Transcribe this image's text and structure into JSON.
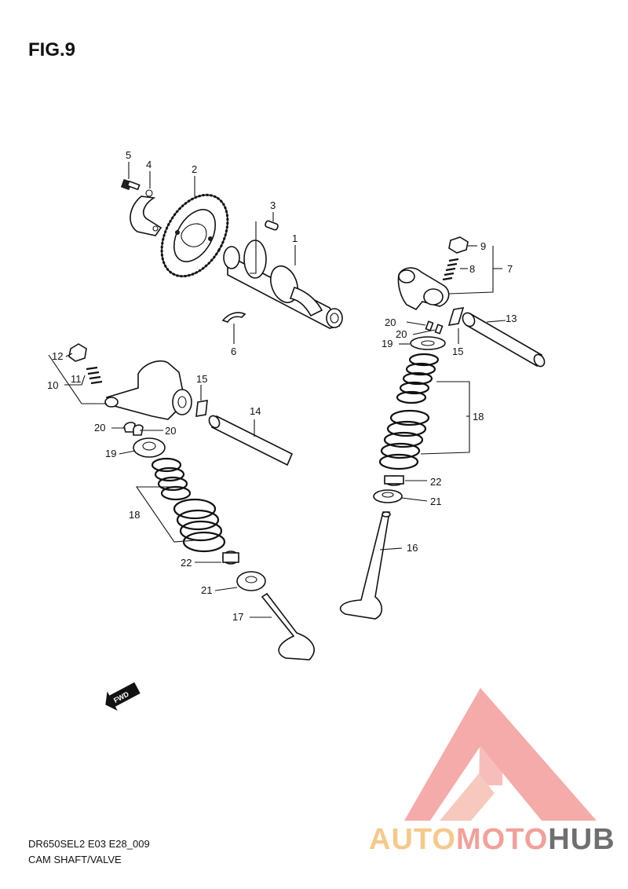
{
  "figure": {
    "title": "FIG.9"
  },
  "labels": {
    "l1": "1",
    "l2": "2",
    "l3": "3",
    "l4": "4",
    "l5": "5",
    "l6": "6",
    "l7": "7",
    "l8": "8",
    "l9": "9",
    "l10": "10",
    "l11": "11",
    "l12": "12",
    "l13": "13",
    "l14": "14",
    "l15a": "15",
    "l15b": "15",
    "l16": "16",
    "l17": "17",
    "l18a": "18",
    "l18b": "18",
    "l19a": "19",
    "l19b": "19",
    "l20a": "20",
    "l20b": "20",
    "l20c": "20",
    "l20d": "20",
    "l21a": "21",
    "l21b": "21",
    "l22a": "22",
    "l22b": "22"
  },
  "footer": {
    "code": "DR650SEL2 E03 E28_009",
    "name": "CAM SHAFT/VALVE"
  },
  "fwd_badge": "FWD",
  "logo": {
    "part1": "AUTO",
    "part2": "MOTO",
    "part3": "HUB",
    "colors": {
      "part1": "#f6c98b",
      "part2": "#f2a19a",
      "part3": "#6f6f6f",
      "triangle": "#f4a3a0"
    }
  }
}
